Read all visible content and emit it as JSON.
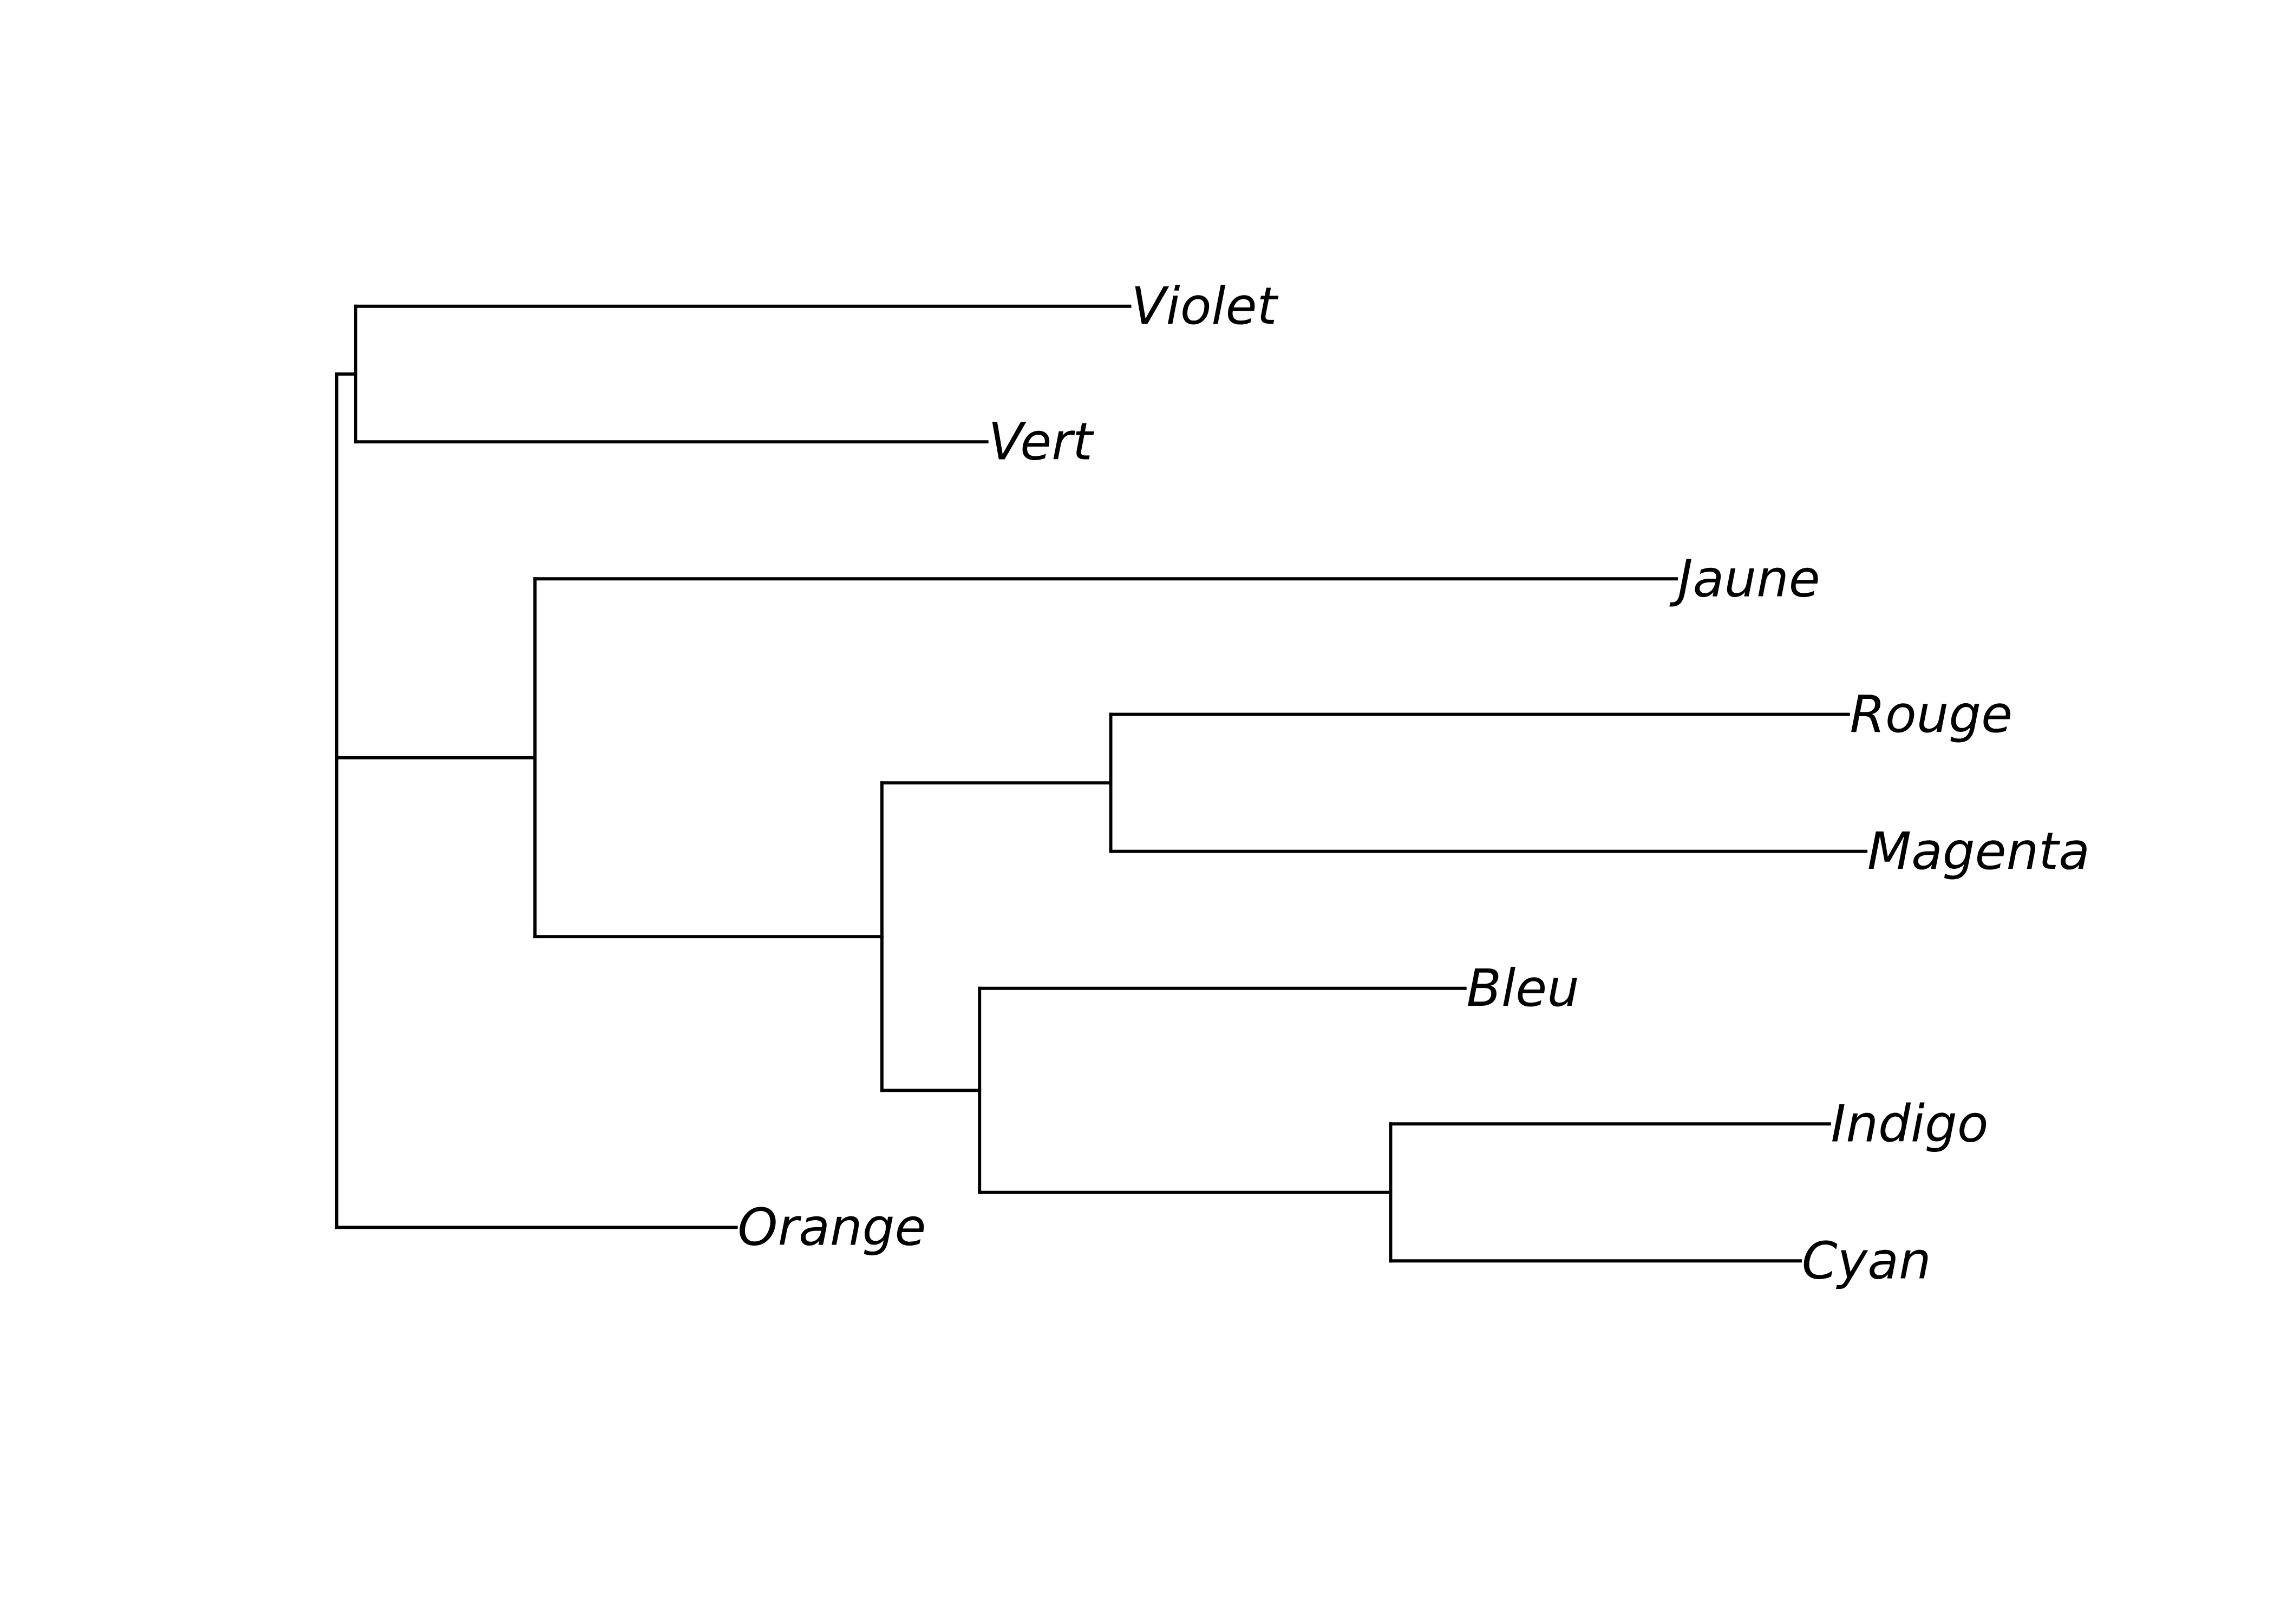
{
  "chart_data": {
    "type": "dendrogram",
    "title": "",
    "branch_length_units": "arbitrary",
    "tree": {
      "name": "root",
      "children": [
        {
          "name": "node-violet-vert",
          "length": 0.13,
          "children": [
            {
              "name": "Violet",
              "length": 5.31
            },
            {
              "name": "Vert",
              "length": 4.33
            }
          ]
        },
        {
          "name": "node-a",
          "length": 1.36,
          "children": [
            {
              "name": "Jaune",
              "length": 7.83
            },
            {
              "name": "node-b",
              "length": 2.38,
              "children": [
                {
                  "name": "node-c",
                  "length": 1.57,
                  "children": [
                    {
                      "name": "Rouge",
                      "length": 5.06
                    },
                    {
                      "name": "Magenta",
                      "length": 5.18
                    }
                  ]
                },
                {
                  "name": "node-d",
                  "length": 0.67,
                  "children": [
                    {
                      "name": "Bleu",
                      "length": 3.33
                    },
                    {
                      "name": "node-e",
                      "length": 2.82,
                      "children": [
                        {
                          "name": "Indigo",
                          "length": 3.01
                        },
                        {
                          "name": "Cyan",
                          "length": 2.81
                        }
                      ]
                    }
                  ]
                }
              ]
            }
          ]
        },
        {
          "name": "Orange",
          "length": 2.74
        }
      ]
    },
    "tip_labels": [
      "Violet",
      "Vert",
      "Jaune",
      "Rouge",
      "Magenta",
      "Bleu",
      "Indigo",
      "Cyan",
      "Orange"
    ],
    "line_color": "#000000"
  }
}
